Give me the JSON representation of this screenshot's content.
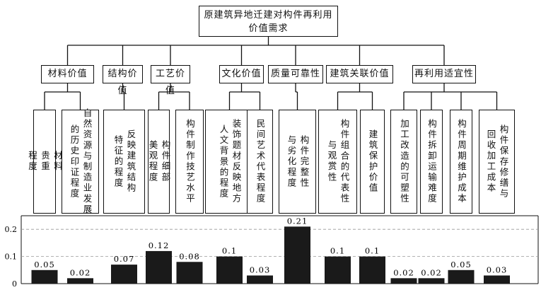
{
  "root": {
    "lines": [
      "原建筑异地迁建对构件再利用",
      "价值需求"
    ]
  },
  "categories": [
    "材料价值",
    "结构价值",
    "工艺价值",
    "文化价值",
    "质量可靠性",
    "建筑关联价值",
    "再利用适宜性"
  ],
  "indicators": [
    {
      "lines": [
        "材料",
        "贵重",
        "程度"
      ]
    },
    {
      "lines": [
        "自然资源与制造业发展",
        "的历史印证程度"
      ]
    },
    {
      "lines": [
        "反映建筑结构",
        "特征的程度"
      ]
    },
    {
      "lines": [
        "构件细部",
        "美观程度"
      ]
    },
    {
      "lines": [
        "构件制作技艺水平"
      ]
    },
    {
      "lines": [
        "装饰题材反映地方",
        "人文背景的程度"
      ]
    },
    {
      "lines": [
        "民间艺术代表程度"
      ]
    },
    {
      "lines": [
        "构件完整性",
        "与劣化程度"
      ]
    },
    {
      "lines": [
        "构件组合的代表性",
        "与观赏性"
      ]
    },
    {
      "lines": [
        "建筑保护价值"
      ]
    },
    {
      "lines": [
        "加工改造的可塑性"
      ]
    },
    {
      "lines": [
        "构件拆卸运输难度"
      ]
    },
    {
      "lines": [
        "构件周期维护成本"
      ]
    },
    {
      "lines": [
        "构件保存修缮与",
        "回收加工成本"
      ]
    }
  ],
  "chart_data": {
    "type": "bar",
    "categories": [
      "材料贵重程度",
      "自然资源与制造业发展的历史印证程度",
      "反映建筑结构特征的程度",
      "构件细部美观程度",
      "构件制作技艺水平",
      "装饰题材反映地方人文背景的程度",
      "民间艺术代表程度",
      "构件完整性与劣化程度",
      "构件组合的代表性与观赏性",
      "建筑保护价值",
      "加工改造的可塑性",
      "构件拆卸运输难度",
      "构件周期维护成本",
      "构件保存修缮与回收加工成本"
    ],
    "values": [
      0.05,
      0.02,
      0.07,
      0.12,
      0.08,
      0.1,
      0.03,
      0.21,
      0.1,
      0.1,
      0.02,
      0.02,
      0.05,
      0.03
    ],
    "labels": [
      "0.05",
      "0.02",
      "0.07",
      "0.12",
      "0.08",
      "0.1",
      "0.03",
      "0.21",
      "0.1",
      "0.1",
      "0.02",
      "0.02",
      "0.05",
      "0.03"
    ],
    "yticks": [
      {
        "value": 0.2,
        "label": "0.2"
      },
      {
        "value": 0.1,
        "label": "0.1"
      },
      {
        "value": 0,
        "label": "0"
      }
    ],
    "ylim": [
      0,
      0.25
    ],
    "grid": true,
    "bar_color": "#1a1a1a"
  }
}
